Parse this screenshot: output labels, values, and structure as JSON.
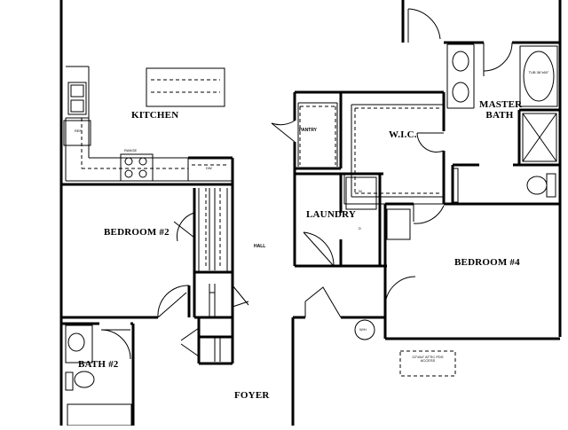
{
  "plan": {
    "rooms": {
      "kitchen": "KITCHEN",
      "bedroom2": "BEDROOM #2",
      "hall": "HALL",
      "pantry": "PANTRY",
      "wic": "W.I.C.",
      "laundry": "LAUNDRY",
      "master_bath": "MASTER BATH",
      "bedroom4": "BEDROOM #4",
      "bath2": "BATH #2",
      "foyer": "FOYER"
    },
    "fixtures": {
      "range": "RANGE",
      "dishwasher": "DW",
      "fridge": "REF",
      "washer": "W",
      "dryer": "D",
      "tub": "TUB 36\"x60\"",
      "water_heater": "W/H",
      "attic_access": "22\"x54\" ATTIC PDS ACCESS"
    }
  }
}
